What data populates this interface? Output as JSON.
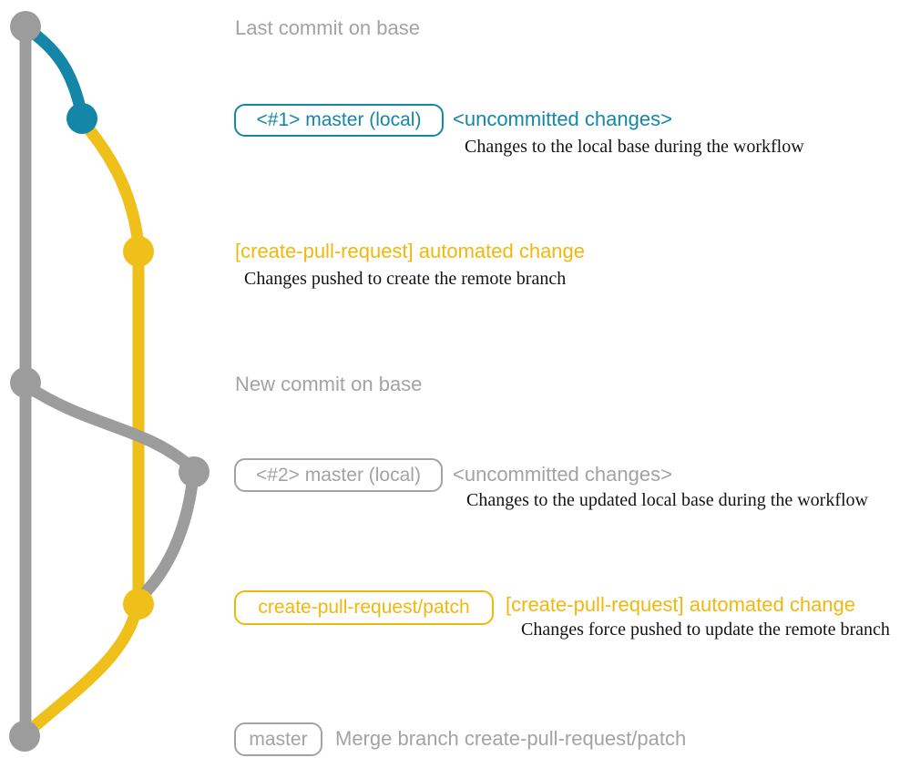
{
  "colors": {
    "graph_gray": "#9c9c9c",
    "text_gray": "#a3a3a3",
    "teal": "#1487a8",
    "graph_yellow": "#f0c01a",
    "text_yellow": "#f2b70d",
    "caption_black": "#141414",
    "background": "#ffffff"
  },
  "graph": {
    "branches": [
      {
        "name": "base",
        "color": "gray"
      },
      {
        "name": "local-edits",
        "color": "teal"
      },
      {
        "name": "create-pull-request/patch",
        "color": "yellow"
      }
    ],
    "commit_dots": [
      {
        "name": "last-commit-on-base",
        "color": "gray"
      },
      {
        "name": "local-uncommitted-1",
        "color": "teal"
      },
      {
        "name": "patch-commit-1",
        "color": "yellow"
      },
      {
        "name": "new-commit-on-base",
        "color": "gray"
      },
      {
        "name": "local-uncommitted-2",
        "color": "gray"
      },
      {
        "name": "patch-commit-2",
        "color": "yellow"
      },
      {
        "name": "merge-commit",
        "color": "gray"
      }
    ]
  },
  "annotations": {
    "row1": {
      "heading": "Last commit on base"
    },
    "row2": {
      "branch_tag": "<#1> master (local)",
      "heading": "<uncommitted changes>",
      "caption": "Changes to the local base during the workflow"
    },
    "row3": {
      "heading": "[create-pull-request] automated change",
      "caption": "Changes pushed to create the remote branch"
    },
    "row4": {
      "heading": "New commit on base"
    },
    "row5": {
      "branch_tag": "<#2> master (local)",
      "heading": "<uncommitted changes>",
      "caption": "Changes to the updated local base during the workflow"
    },
    "row6": {
      "branch_tag": "create-pull-request/patch",
      "heading": "[create-pull-request] automated change",
      "caption": "Changes force pushed to update the remote branch"
    },
    "row7": {
      "branch_tag": "master",
      "heading": "Merge branch create-pull-request/patch"
    }
  }
}
